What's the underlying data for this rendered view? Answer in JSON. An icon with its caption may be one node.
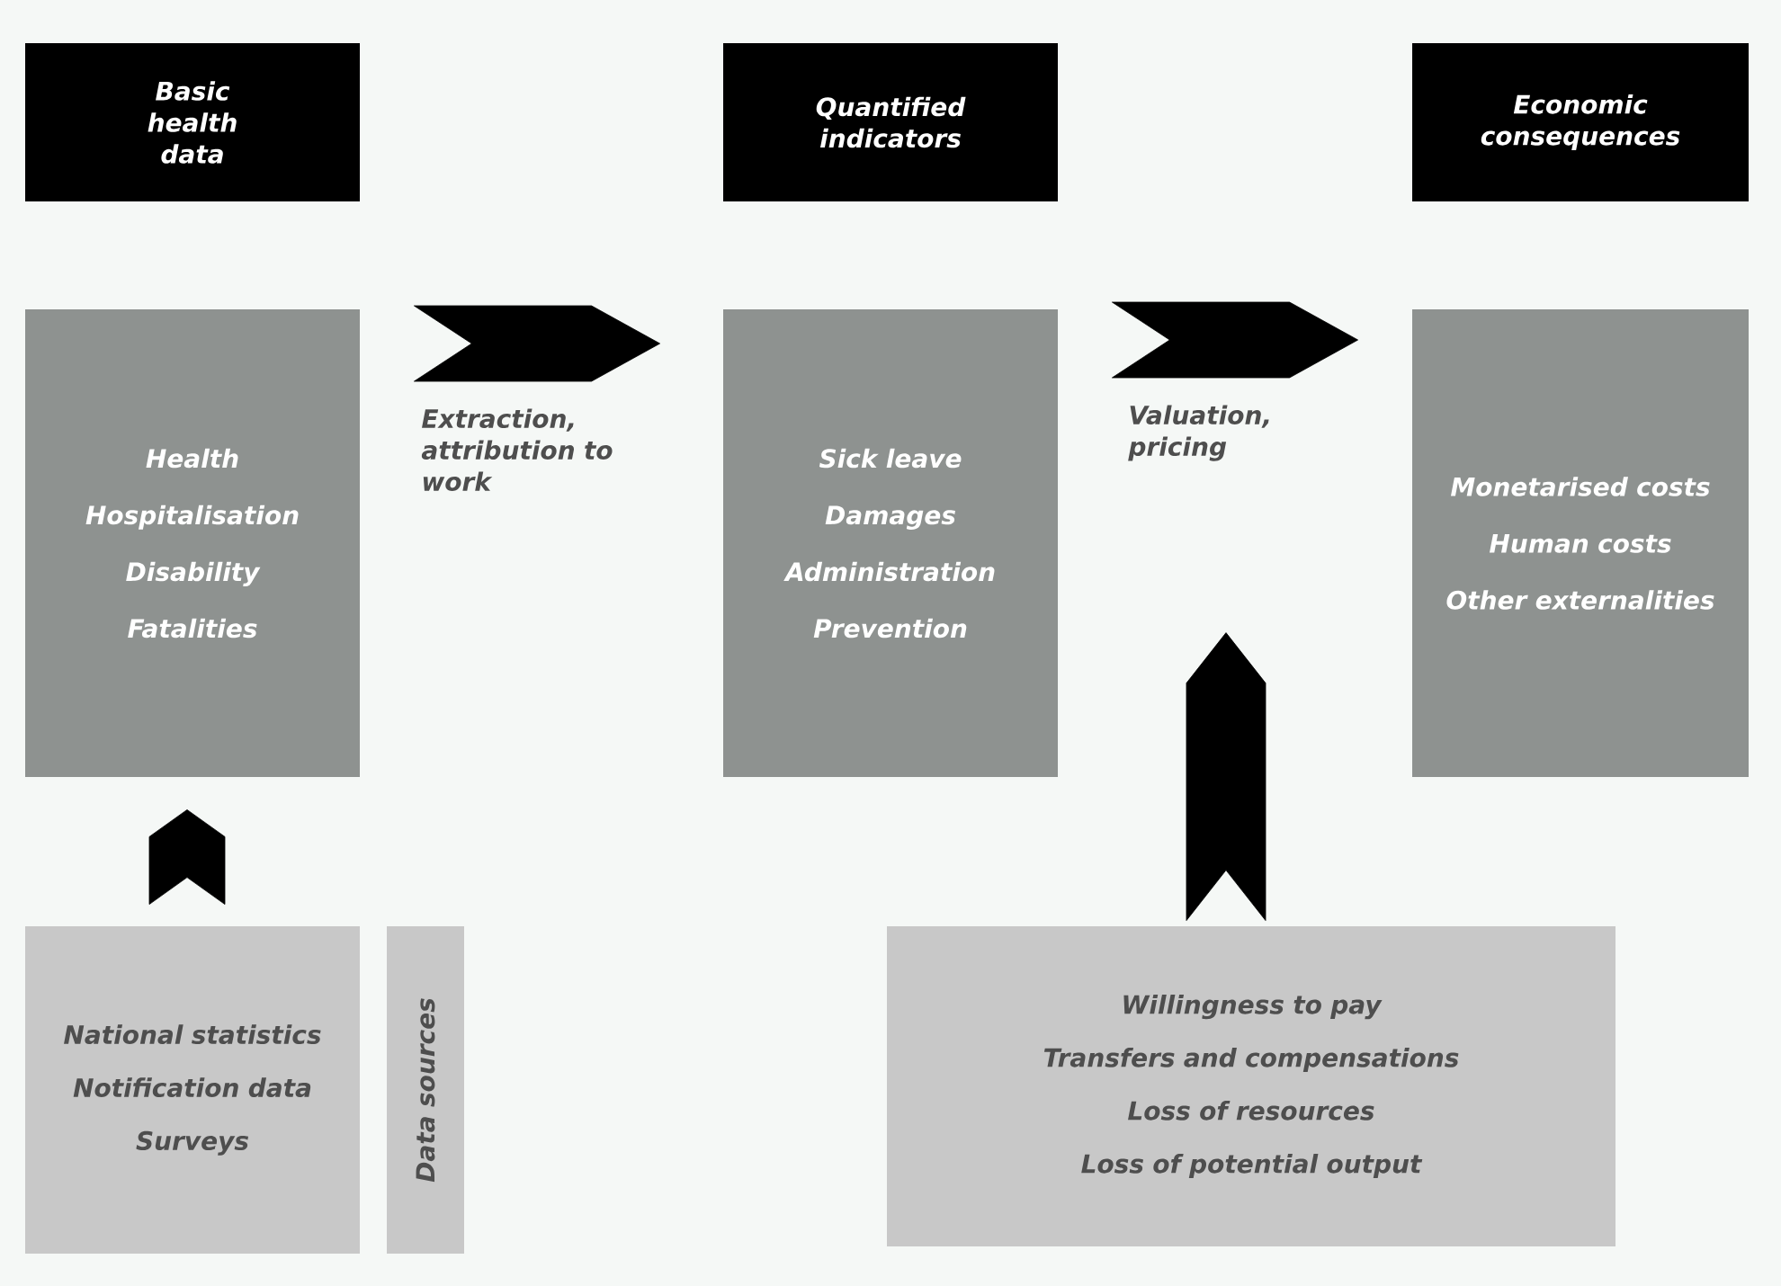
{
  "diagram": {
    "nodes": [
      {
        "text": [
          "Basic health data"
        ]
      },
      {
        "text": [
          "Quantified indicators"
        ]
      },
      {
        "text": [
          "Economic consequences"
        ]
      },
      {
        "text": [
          "Health",
          "Hospitalisation",
          "Disability",
          "Fatalities"
        ]
      },
      {
        "text": [
          "Sick leave",
          "Damages",
          "Administration",
          "Prevention"
        ]
      },
      {
        "text": [
          "Monetarised costs",
          "Human costs",
          "Other externalities"
        ]
      },
      {
        "text": [
          "National statistics",
          "Notification data",
          "Surveys"
        ]
      },
      {
        "text": [
          "Data sources"
        ]
      },
      {
        "text": [
          "Willingness to pay",
          "Transfers and compensations",
          "Loss of resources",
          "Loss of potential output"
        ]
      }
    ],
    "edges": [
      {
        "from": 3,
        "to": 4,
        "arrow": "to",
        "label": "Extraction, attribution to work"
      },
      {
        "from": 4,
        "to": 5,
        "arrow": "to",
        "label": "Valuation, pricing"
      },
      {
        "from": 6,
        "to": 3,
        "arrow": "to"
      },
      {
        "from": 8,
        "to": null,
        "arrow": "to"
      }
    ]
  }
}
